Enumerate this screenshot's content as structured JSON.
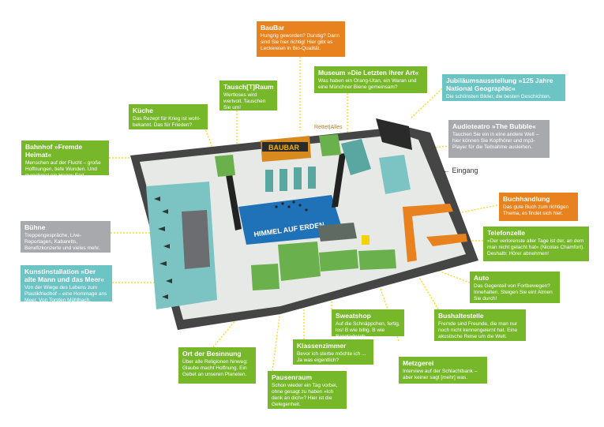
{
  "colors": {
    "green": "#76b82a",
    "orange": "#e8821e",
    "teal": "#6cc4c4",
    "gray": "#a7a9ac",
    "floor": "#e7e9e6",
    "wall": "#454545"
  },
  "signs": {
    "baubar": "BAUBAR",
    "banner": "HIMMEL AUF ERDEN",
    "rettet": "Rettet|Alles"
  },
  "entrance": "← Eingang",
  "labels": {
    "baubar": {
      "title": "BauBar",
      "text": "Hungrig geworden? Durstig? Dann sind Sie hier richtig! Hier gibt es Leckereien in Bio-Qualität."
    },
    "tauschraum": {
      "title": "Tausch[T]Raum",
      "text": "Wertloses wird wertvoll. Tauschen Sie um!"
    },
    "museum": {
      "title": "Museum »Die Letzten ihrer Art«",
      "text": "Was haben ein Orang-Utan, ein Waran und eine Münchner Biene gemeinsam?"
    },
    "jubilaeum": {
      "title": "Jubiläumsausstellung »125 Jahre National Geographic«",
      "text": "Die schönsten Bilder, die besten Geschichten."
    },
    "kueche": {
      "title": "Küche",
      "text": "Das Rezept für Krieg ist wohl-bekannt. Das für Frieden?"
    },
    "audioteatro": {
      "title": "Audioteatro »The Bubble«",
      "text": "Tauchen Sie ein in eine andere Welt – hier können Sie Kopfhörer und mp3-Player für die Teilnahme ausleihen."
    },
    "bahnhof": {
      "title": "Bahnhof »Fremde Heimat«",
      "text": "Menschen auf der Flucht – große Hoffnungen, tiefe Wunden. Und manchmal ein Happy End."
    },
    "buchhandlung": {
      "title": "Buchhandlung",
      "text": "Das gute Buch zum richtigen Thema, es findet sich hier."
    },
    "buehne": {
      "title": "Bühne",
      "text": "Treppengespräche, Live-Reportagen, Kabaretts, Benefizkonzerte und vieles mehr."
    },
    "telefonzelle": {
      "title": "Telefonzelle",
      "text": "»Der verlorenste aller Tage ist der, an dem man nicht gelacht hat« (Nicolas Chamfort). Deshalb: Hörer abnehmen!"
    },
    "kunstinstallation": {
      "title": "Kunstinstallation »Der alte Mann und das Meer«",
      "text": "Von der Wiege des Lebens zum Plastikfriedhof – eine Hommage ans Meer. Von Torsten Mühlbach."
    },
    "auto": {
      "title": "Auto",
      "text": "Das Gegenteil von Fortbewegen? Innehalten. Steigen Sie ein! Atmen Sie durch!"
    },
    "sweatshop": {
      "title": "Sweatshop",
      "text": "Auf die Schnäppchen, fertig, los! B wie billig. B wie Bangladesch."
    },
    "bushaltestelle": {
      "title": "Bushaltestelle",
      "text": "Fremde sind Freunde, die man nur noch nicht kennengelernt hat. Eine akustische Reise um die Welt."
    },
    "besinnung": {
      "title": "Ort der Besinnung",
      "text": "Über alle Religionen hinweg: Glaube macht Hoffnung. Ein Gebet an unseren Planeten."
    },
    "klassenzimmer": {
      "title": "Klassenzimmer",
      "text": "Bevor ich sterbe möchte ich ... Ja was eigentlich?"
    },
    "metzgerei": {
      "title": "Metzgerei",
      "text": "Interview auf der Schlachtbank – aber keiner sagt [mehr] was."
    },
    "pausenraum": {
      "title": "Pausenraum",
      "text": "Schon wieder ein Tag vorbei, ohne gesagt zu haben »Ich denk an dich«? Hier ist die Gelegenheit."
    }
  }
}
